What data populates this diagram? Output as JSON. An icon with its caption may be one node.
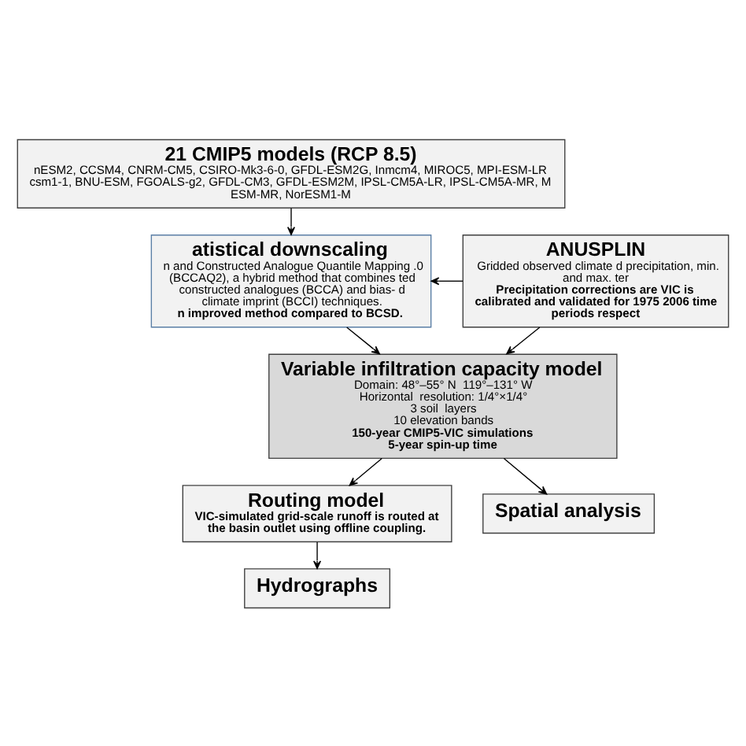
{
  "diagram": {
    "nodes": [
      {
        "text": [
          "21 CMIP5 models (RCP 8.5)",
          "nESM2, CCSM4, CNRM-CM5, CSIRO-Mk3-6-0, GFDL-ESM2G, Inmcm4, MIROC5, MPI-ESM-LR csm1-1, BNU-ESM, FGOALS-g2, GFDL-CM3, GFDL-ESM2M, IPSL-CM5A-LR, IPSL-CM5A-MR, M ESM-MR, NorESM1-M"
        ]
      },
      {
        "text": [
          "atistical downscaling",
          "n and Constructed Analogue Quantile Mapping .0 (BCCAQ2), a hybrid method that combines ted constructed analogues (BCCA) and bias- d climate imprint (BCCI) techniques.",
          "n improved method compared to BCSD."
        ]
      },
      {
        "text": [
          "ANUSPLIN",
          "Gridded observed climate d precipitation, min. and max. ter",
          "Precipitation corrections are VIC is calibrated and validated for 1975 2006 time periods respect"
        ]
      },
      {
        "text": [
          "Variable infiltration capacity model",
          "Domain: 48°–55° N  119°–131° W",
          "Horizontal  resolution: 1/4°×1/4°",
          "3 soil  layers",
          "10 elevation bands",
          "150-year CMIP5-VIC simulations",
          "5-year spin-up time"
        ]
      },
      {
        "text": [
          "Routing model",
          "VIC-simulated grid-scale runoff is routed at the basin outlet using offline coupling."
        ]
      },
      {
        "text": [
          "Spatial analysis"
        ]
      },
      {
        "text": [
          "Hydrographs"
        ]
      }
    ],
    "edges": [
      {
        "from": 0,
        "to": 1,
        "arrow": "to"
      },
      {
        "from": 2,
        "to": 1,
        "arrow": "to"
      },
      {
        "from": 1,
        "to": 3,
        "arrow": "to"
      },
      {
        "from": 2,
        "to": 3,
        "arrow": "to"
      },
      {
        "from": 3,
        "to": 4,
        "arrow": "to"
      },
      {
        "from": 3,
        "to": 5,
        "arrow": "to"
      },
      {
        "from": 4,
        "to": 6,
        "arrow": "to"
      }
    ]
  }
}
